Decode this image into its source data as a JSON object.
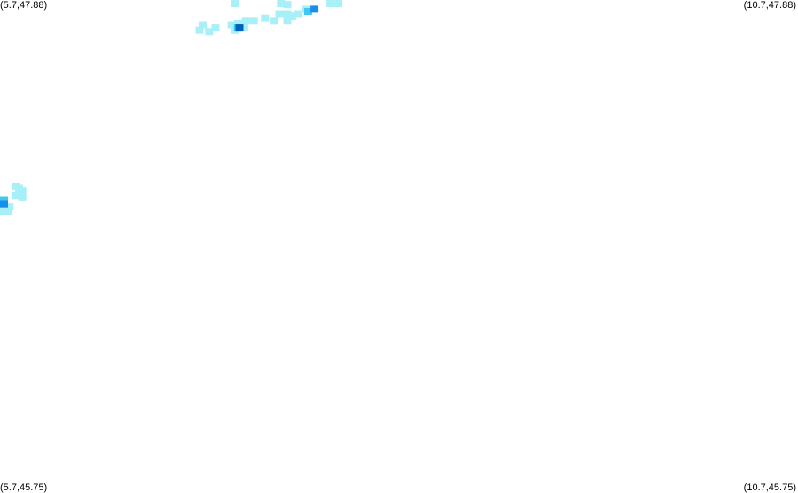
{
  "corners": {
    "top_left": "(5.7,47.88)",
    "top_right": "(10.7,47.88)",
    "bottom_left": "(5.7,45.75)",
    "bottom_right": "(10.7,45.75)"
  },
  "bounds": {
    "lon_min": 5.7,
    "lon_max": 10.7,
    "lat_min": 45.75,
    "lat_max": 47.88
  },
  "colors": {
    "light": "#a8f0f8",
    "medium": "#40c8f0",
    "dark": "#1890e8",
    "core": "#0060c0",
    "background": "#ffffff"
  },
  "cells": [
    {
      "lon": 7.17,
      "lat": 47.87,
      "level": "light"
    },
    {
      "lon": 7.46,
      "lat": 47.87,
      "level": "light"
    },
    {
      "lon": 7.5,
      "lat": 47.86,
      "level": "light"
    },
    {
      "lon": 7.77,
      "lat": 47.87,
      "level": "light"
    },
    {
      "lon": 7.82,
      "lat": 47.87,
      "level": "light"
    },
    {
      "lon": 7.62,
      "lat": 47.84,
      "level": "light"
    },
    {
      "lon": 7.67,
      "lat": 47.84,
      "level": "dark"
    },
    {
      "lon": 7.63,
      "lat": 47.83,
      "level": "medium"
    },
    {
      "lon": 7.57,
      "lat": 47.82,
      "level": "light"
    },
    {
      "lon": 7.45,
      "lat": 47.82,
      "level": "light"
    },
    {
      "lon": 7.5,
      "lat": 47.82,
      "level": "light"
    },
    {
      "lon": 7.53,
      "lat": 47.81,
      "level": "light"
    },
    {
      "lon": 7.36,
      "lat": 47.8,
      "level": "light"
    },
    {
      "lon": 7.42,
      "lat": 47.79,
      "level": "light"
    },
    {
      "lon": 7.5,
      "lat": 47.79,
      "level": "light"
    },
    {
      "lon": 7.29,
      "lat": 47.79,
      "level": "light"
    },
    {
      "lon": 7.24,
      "lat": 47.79,
      "level": "light"
    },
    {
      "lon": 7.19,
      "lat": 47.78,
      "level": "light"
    },
    {
      "lon": 7.15,
      "lat": 47.77,
      "level": "light"
    },
    {
      "lon": 7.19,
      "lat": 47.76,
      "level": "medium"
    },
    {
      "lon": 7.2,
      "lat": 47.76,
      "level": "core"
    },
    {
      "lon": 7.17,
      "lat": 47.75,
      "level": "light"
    },
    {
      "lon": 7.23,
      "lat": 47.76,
      "level": "light"
    },
    {
      "lon": 7.05,
      "lat": 47.76,
      "level": "light"
    },
    {
      "lon": 7.01,
      "lat": 47.74,
      "level": "light"
    },
    {
      "lon": 6.95,
      "lat": 47.75,
      "level": "light"
    },
    {
      "lon": 6.97,
      "lat": 47.77,
      "level": "light"
    },
    {
      "lon": 5.8,
      "lat": 47.07,
      "level": "light"
    },
    {
      "lon": 5.82,
      "lat": 47.06,
      "level": "light"
    },
    {
      "lon": 5.82,
      "lat": 47.04,
      "level": "light"
    },
    {
      "lon": 5.84,
      "lat": 47.05,
      "level": "light"
    },
    {
      "lon": 5.8,
      "lat": 47.03,
      "level": "light"
    },
    {
      "lon": 5.84,
      "lat": 47.02,
      "level": "light"
    },
    {
      "lon": 5.71,
      "lat": 47.01,
      "level": "medium"
    },
    {
      "lon": 5.72,
      "lat": 46.99,
      "level": "dark"
    },
    {
      "lon": 5.7,
      "lat": 46.99,
      "level": "dark"
    },
    {
      "lon": 5.74,
      "lat": 46.98,
      "level": "light"
    },
    {
      "lon": 5.76,
      "lat": 46.98,
      "level": "light"
    },
    {
      "lon": 5.71,
      "lat": 46.97,
      "level": "light"
    },
    {
      "lon": 5.75,
      "lat": 46.96,
      "level": "light"
    },
    {
      "lon": 5.72,
      "lat": 46.96,
      "level": "light"
    }
  ]
}
